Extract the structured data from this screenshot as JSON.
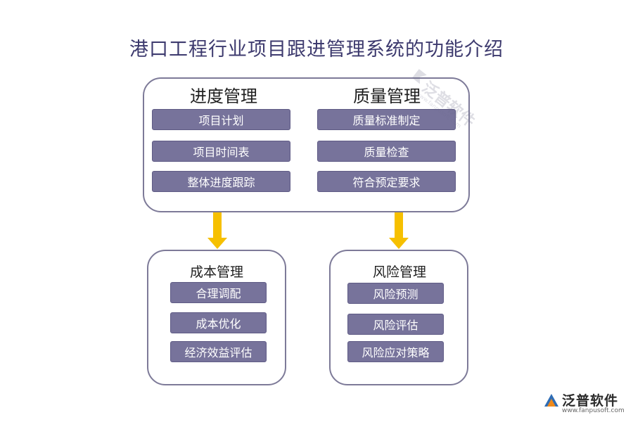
{
  "title": "港口工程行业项目跟进管理系统的功能介绍",
  "top_panel": {
    "progress": {
      "heading": "进度管理",
      "items": [
        "项目计划",
        "项目时间表",
        "整体进度跟踪"
      ]
    },
    "quality": {
      "heading": "质量管理",
      "items": [
        "质量标准制定",
        "质量检查",
        "符合预定要求"
      ]
    }
  },
  "cost": {
    "heading": "成本管理",
    "items": [
      "合理调配",
      "成本优化",
      "经济效益评估"
    ]
  },
  "risk": {
    "heading": "风险管理",
    "items": [
      "风险预测",
      "风险评估",
      "风险应对策略"
    ]
  },
  "watermark": {
    "text": "泛普软件",
    "sub": "www.fanpusoft.com"
  },
  "logo": {
    "text": "泛普软件",
    "url": "www.fanpusoft.com",
    "icon": "fanpu-logo-icon"
  },
  "colors": {
    "pill": "#77739b",
    "border": "#7d7a98",
    "arrow": "#f6c000",
    "title": "#3d3a6e"
  }
}
